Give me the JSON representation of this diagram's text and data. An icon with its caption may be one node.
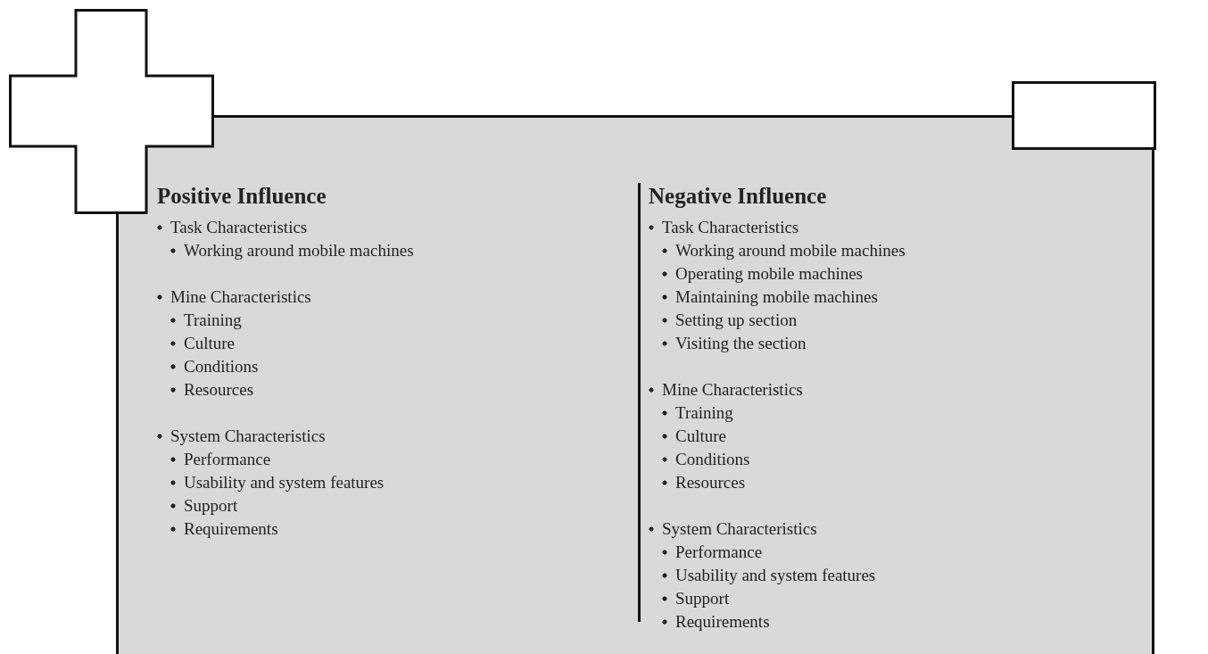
{
  "diagram": {
    "nodes": [
      {
        "text": [
          "Positive Influence",
          "Task Characteristics",
          "Working around mobile machines",
          "Mine Characteristics",
          "Training",
          "Culture",
          "Conditions",
          "Resources",
          "System Characteristics",
          "Performance",
          "Usability and system features",
          "Support",
          "Requirements",
          "Negative Influence",
          "Task Characteristics",
          "Working around mobile machines",
          "Operating mobile machines",
          "Maintaining mobile machines",
          "Setting up section",
          "Visiting the section",
          "Mine Characteristics",
          "Training",
          "Culture",
          "Conditions",
          "Resources",
          "System Characteristics",
          "Performance",
          "Usability and system features",
          "Support",
          "Requirements"
        ]
      }
    ]
  }
}
